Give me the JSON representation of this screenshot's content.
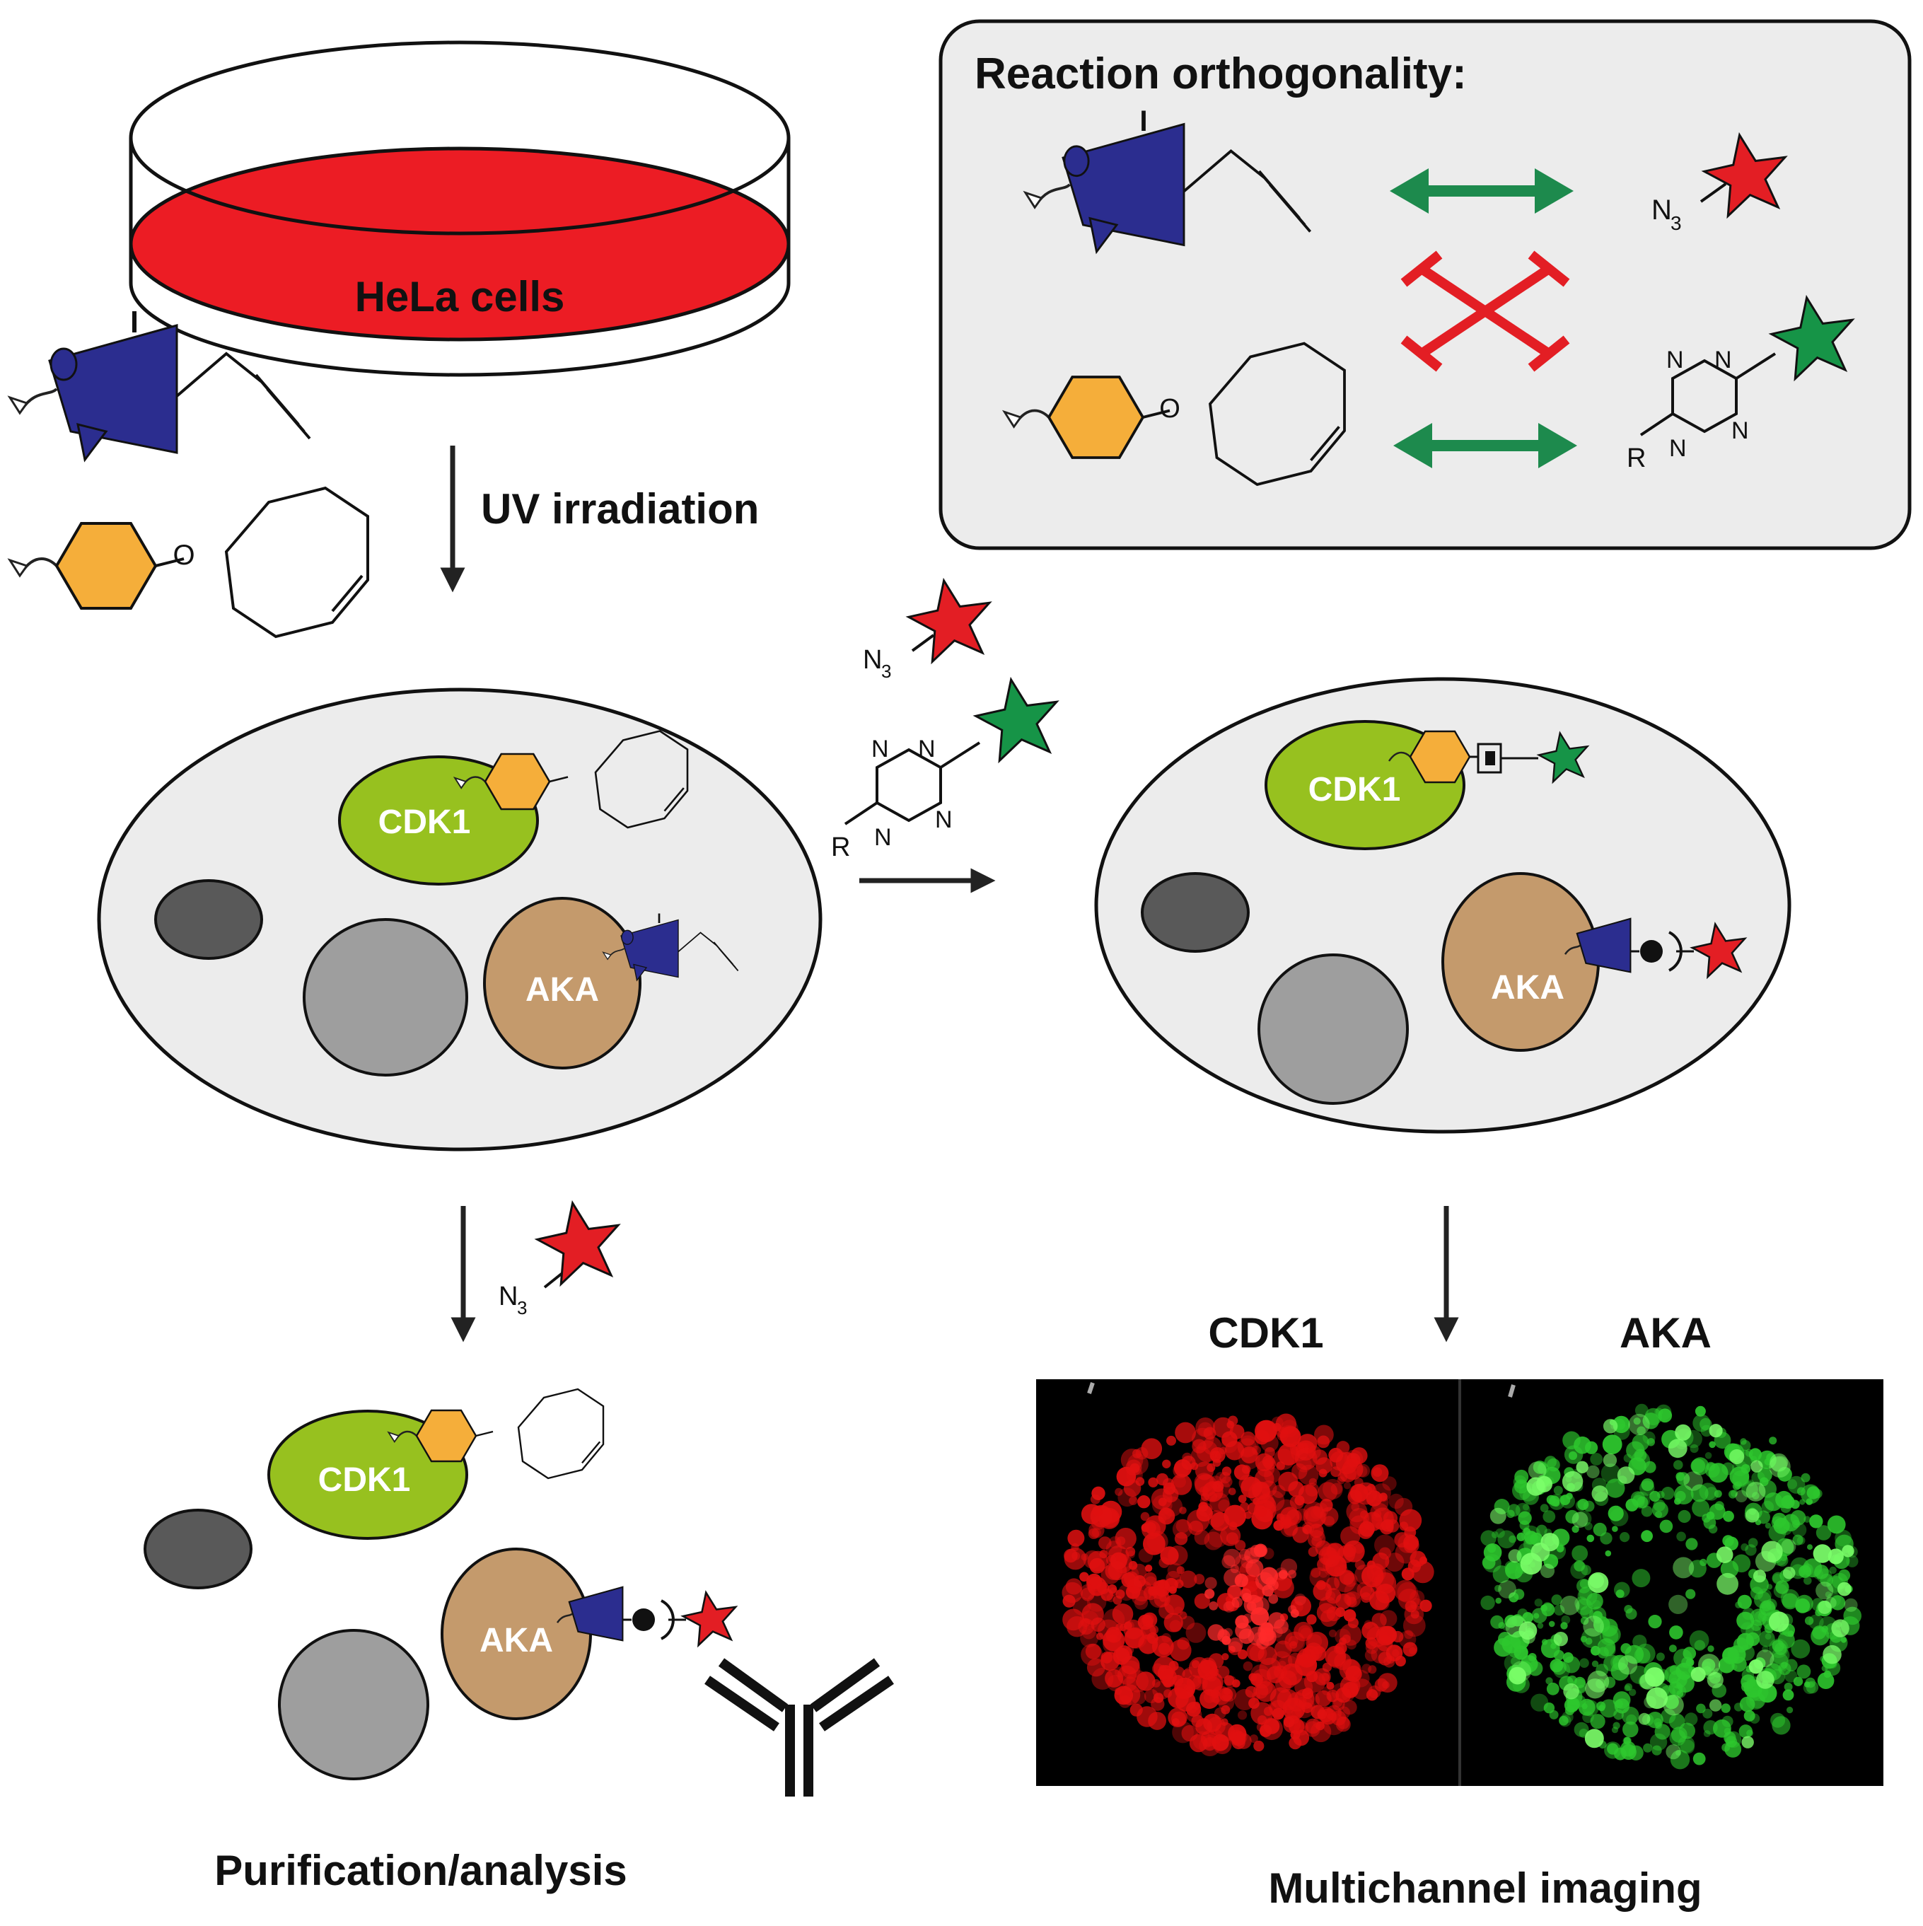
{
  "dish": {
    "label": "HeLa cells"
  },
  "steps": {
    "uv": "UV irradiation",
    "purification": "Purification/analysis",
    "imaging": "Multichannel imaging"
  },
  "orthogonality": {
    "title": "Reaction orthogonality:"
  },
  "proteins": {
    "cdk1": "CDK1",
    "aka": "AKA"
  },
  "chem": {
    "n": "N",
    "n3_sub": "3",
    "r": "R",
    "o": "O"
  },
  "micrographs": {
    "left_title": "CDK1",
    "right_title": "AKA"
  },
  "colors": {
    "probe_blue": "#2b2d8f",
    "hexagon_orange": "#f5ae3a",
    "cdk1_green": "#97c11f",
    "aka_tan": "#c49a6c",
    "dye_red": "#e31e24",
    "dye_green": "#169447",
    "arrow_green": "#1d8a4d",
    "block_red": "#e31e24",
    "cell_fill": "#ececec",
    "dish_red": "#ec1c24"
  }
}
